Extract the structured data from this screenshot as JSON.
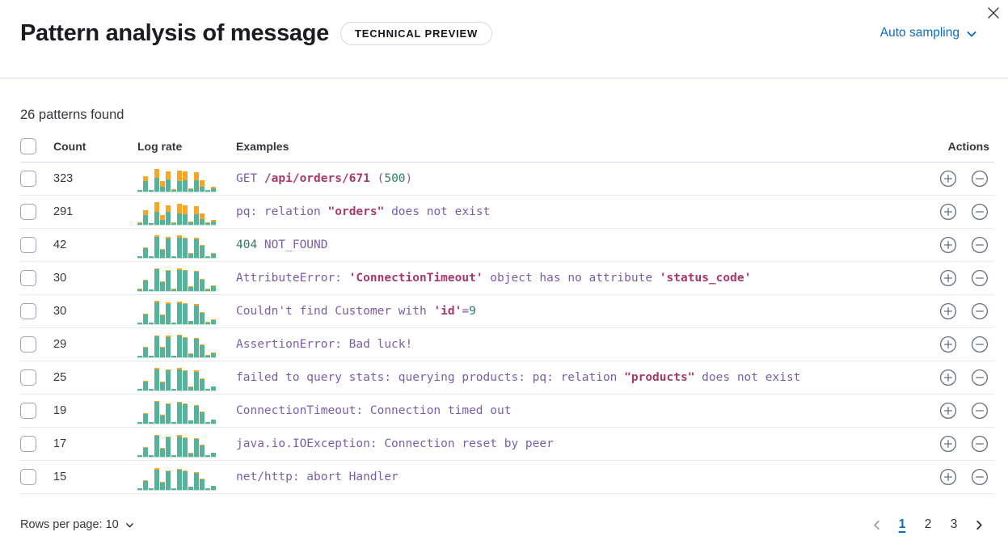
{
  "header": {
    "title": "Pattern analysis of message",
    "badge": "TECHNICAL PREVIEW",
    "sampling_label": "Auto sampling"
  },
  "summary": {
    "patterns_found": "26 patterns found"
  },
  "table": {
    "columns": {
      "count": "Count",
      "log_rate": "Log rate",
      "examples": "Examples",
      "actions": "Actions"
    },
    "rows": [
      {
        "count": "323",
        "sparkline": [
          [
            2,
            0
          ],
          [
            13,
            6
          ],
          [
            2,
            0
          ],
          [
            17,
            11
          ],
          [
            6,
            7
          ],
          [
            15,
            10
          ],
          [
            2,
            1
          ],
          [
            13,
            13
          ],
          [
            14,
            11
          ],
          [
            3,
            1
          ],
          [
            14,
            10
          ],
          [
            6,
            8
          ],
          [
            2,
            0
          ],
          [
            4,
            2
          ]
        ],
        "example": [
          {
            "text": "GET ",
            "color": "purple"
          },
          {
            "text": "/api/orders/671",
            "color": "maroon"
          },
          {
            "text": " (",
            "color": "purple"
          },
          {
            "text": "500",
            "color": "green"
          },
          {
            "text": ")",
            "color": "purple"
          }
        ]
      },
      {
        "count": "291",
        "sparkline": [
          [
            2,
            1
          ],
          [
            12,
            6
          ],
          [
            2,
            0
          ],
          [
            16,
            12
          ],
          [
            6,
            6
          ],
          [
            16,
            8
          ],
          [
            2,
            1
          ],
          [
            14,
            12
          ],
          [
            13,
            11
          ],
          [
            3,
            1
          ],
          [
            13,
            10
          ],
          [
            7,
            7
          ],
          [
            2,
            1
          ],
          [
            4,
            2
          ]
        ],
        "example": [
          {
            "text": "pq: relation ",
            "color": "purple"
          },
          {
            "text": "\"orders\"",
            "color": "maroon"
          },
          {
            "text": " does not exist",
            "color": "purple"
          }
        ]
      },
      {
        "count": "42",
        "sparkline": [
          [
            2,
            0
          ],
          [
            12,
            1
          ],
          [
            2,
            0
          ],
          [
            26,
            2
          ],
          [
            10,
            1
          ],
          [
            24,
            2
          ],
          [
            2,
            0
          ],
          [
            25,
            3
          ],
          [
            24,
            1
          ],
          [
            5,
            1
          ],
          [
            23,
            2
          ],
          [
            15,
            1
          ],
          [
            2,
            0
          ],
          [
            5,
            1
          ]
        ],
        "example": [
          {
            "text": "404",
            "color": "green"
          },
          {
            "text": " NOT_FOUND",
            "color": "purple"
          }
        ]
      },
      {
        "count": "30",
        "sparkline": [
          [
            2,
            1
          ],
          [
            13,
            1
          ],
          [
            2,
            0
          ],
          [
            27,
            1
          ],
          [
            11,
            1
          ],
          [
            25,
            1
          ],
          [
            2,
            1
          ],
          [
            26,
            2
          ],
          [
            25,
            1
          ],
          [
            5,
            1
          ],
          [
            24,
            1
          ],
          [
            14,
            1
          ],
          [
            2,
            1
          ],
          [
            6,
            1
          ]
        ],
        "example": [
          {
            "text": "AttributeError: ",
            "color": "purple"
          },
          {
            "text": "'ConnectionTimeout'",
            "color": "maroon"
          },
          {
            "text": " object has no attribute ",
            "color": "purple"
          },
          {
            "text": "'status_code'",
            "color": "maroon"
          }
        ]
      },
      {
        "count": "30",
        "sparkline": [
          [
            2,
            0
          ],
          [
            12,
            1
          ],
          [
            2,
            0
          ],
          [
            27,
            2
          ],
          [
            11,
            1
          ],
          [
            25,
            2
          ],
          [
            2,
            0
          ],
          [
            26,
            2
          ],
          [
            25,
            1
          ],
          [
            4,
            0
          ],
          [
            23,
            2
          ],
          [
            14,
            1
          ],
          [
            2,
            1
          ],
          [
            5,
            1
          ]
        ],
        "example": [
          {
            "text": "Couldn't find Customer with ",
            "color": "purple"
          },
          {
            "text": "'id'",
            "color": "maroon"
          },
          {
            "text": "=",
            "color": "purple"
          },
          {
            "text": "9",
            "color": "green"
          }
        ]
      },
      {
        "count": "29",
        "sparkline": [
          [
            2,
            0
          ],
          [
            12,
            1
          ],
          [
            2,
            0
          ],
          [
            26,
            1
          ],
          [
            12,
            1
          ],
          [
            25,
            2
          ],
          [
            2,
            0
          ],
          [
            27,
            1
          ],
          [
            24,
            1
          ],
          [
            4,
            1
          ],
          [
            23,
            1
          ],
          [
            15,
            1
          ],
          [
            2,
            1
          ],
          [
            5,
            1
          ]
        ],
        "example": [
          {
            "text": "AssertionError: Bad luck!",
            "color": "purple"
          }
        ]
      },
      {
        "count": "25",
        "sparkline": [
          [
            2,
            0
          ],
          [
            11,
            1
          ],
          [
            2,
            0
          ],
          [
            26,
            2
          ],
          [
            10,
            1
          ],
          [
            25,
            1
          ],
          [
            2,
            0
          ],
          [
            26,
            2
          ],
          [
            24,
            1
          ],
          [
            4,
            1
          ],
          [
            23,
            2
          ],
          [
            14,
            1
          ],
          [
            2,
            0
          ],
          [
            5,
            0
          ]
        ],
        "example": [
          {
            "text": "failed to query stats: querying products: pq: relation ",
            "color": "purple"
          },
          {
            "text": "\"products\"",
            "color": "maroon"
          },
          {
            "text": " does not exist",
            "color": "purple"
          }
        ]
      },
      {
        "count": "19",
        "sparkline": [
          [
            2,
            0
          ],
          [
            12,
            1
          ],
          [
            2,
            0
          ],
          [
            27,
            1
          ],
          [
            10,
            1
          ],
          [
            24,
            1
          ],
          [
            2,
            0
          ],
          [
            26,
            1
          ],
          [
            24,
            1
          ],
          [
            4,
            0
          ],
          [
            22,
            1
          ],
          [
            14,
            1
          ],
          [
            2,
            0
          ],
          [
            5,
            0
          ]
        ],
        "example": [
          {
            "text": "ConnectionTimeout: Connection timed out",
            "color": "purple"
          }
        ]
      },
      {
        "count": "17",
        "sparkline": [
          [
            2,
            0
          ],
          [
            11,
            1
          ],
          [
            2,
            0
          ],
          [
            26,
            1
          ],
          [
            10,
            1
          ],
          [
            24,
            1
          ],
          [
            2,
            0
          ],
          [
            25,
            2
          ],
          [
            23,
            1
          ],
          [
            4,
            1
          ],
          [
            22,
            1
          ],
          [
            14,
            1
          ],
          [
            2,
            0
          ],
          [
            5,
            0
          ]
        ],
        "example": [
          {
            "text": "java.io.IOException: Connection reset by peer",
            "color": "purple"
          }
        ]
      },
      {
        "count": "15",
        "sparkline": [
          [
            2,
            0
          ],
          [
            11,
            1
          ],
          [
            2,
            0
          ],
          [
            25,
            2
          ],
          [
            9,
            1
          ],
          [
            23,
            1
          ],
          [
            2,
            0
          ],
          [
            25,
            1
          ],
          [
            23,
            1
          ],
          [
            4,
            0
          ],
          [
            21,
            1
          ],
          [
            13,
            1
          ],
          [
            2,
            0
          ],
          [
            5,
            0
          ]
        ],
        "example": [
          {
            "text": "net/http: abort Handler",
            "color": "purple"
          }
        ]
      }
    ]
  },
  "footer": {
    "rows_per_page_label": "Rows per page: 10",
    "pages": [
      "1",
      "2",
      "3"
    ],
    "active_page": "1"
  },
  "colors": {
    "accent_blue": "#0b6bc8",
    "token_purple": "#7b5ea7",
    "token_maroon": "#a8386b",
    "token_green": "#2e7d5f",
    "spark_green": "#54b399",
    "spark_orange": "#faa523"
  }
}
